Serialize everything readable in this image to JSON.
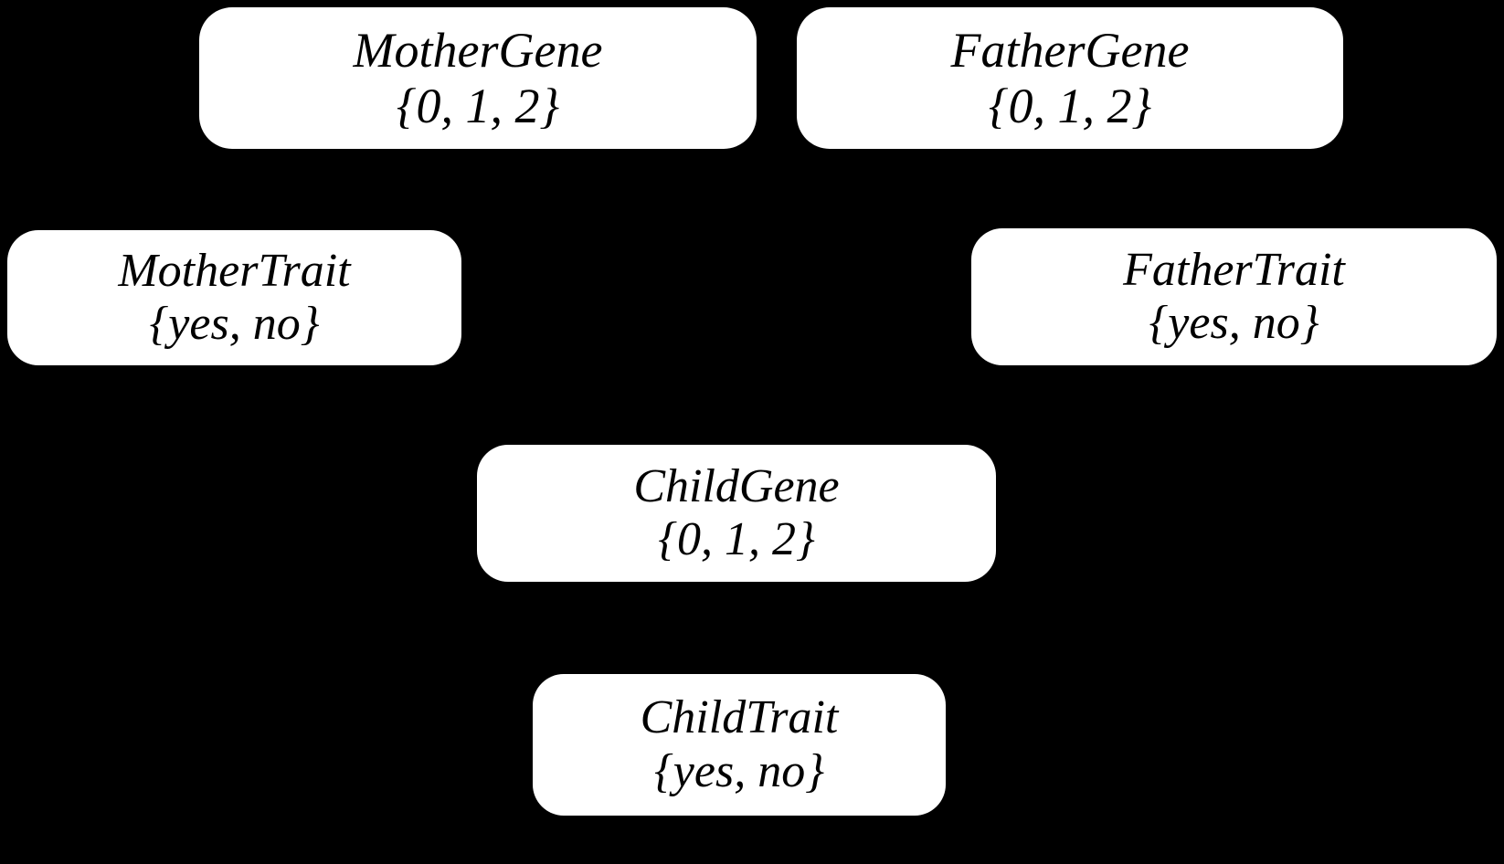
{
  "diagram": {
    "type": "bayesian-network",
    "title": "",
    "background_color": "#000000",
    "node_fill_color": "#ffffff",
    "node_text_color": "#000000",
    "edges": [],
    "nodes": [
      {
        "id": "mother-gene",
        "label": "MotherGene",
        "domain": "{0, 1, 2}"
      },
      {
        "id": "father-gene",
        "label": "FatherGene",
        "domain": "{0, 1, 2}"
      },
      {
        "id": "mother-trait",
        "label": "MotherTrait",
        "domain": "{yes, no}"
      },
      {
        "id": "father-trait",
        "label": "FatherTrait",
        "domain": "{yes, no}"
      },
      {
        "id": "child-gene",
        "label": "ChildGene",
        "domain": "{0, 1, 2}"
      },
      {
        "id": "child-trait",
        "label": "ChildTrait",
        "domain": "{yes, no}"
      }
    ]
  }
}
